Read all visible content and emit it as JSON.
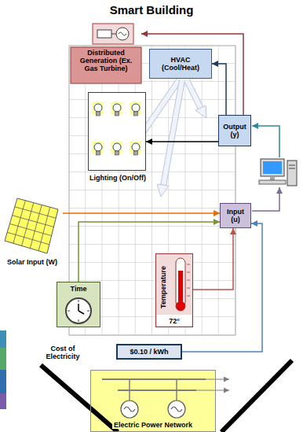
{
  "diagram": {
    "title": "Smart Building",
    "nodes": [
      {
        "text": [
          "Distributed Generation (Ex. Gas Turbine)"
        ]
      },
      {
        "text": [
          "HVAC (Cool/Heat)"
        ]
      },
      {
        "text": [
          "Lighting (On/Off)"
        ]
      },
      {
        "text": [
          "Output (y)"
        ]
      },
      {
        "text": [
          "Solar Input (W)"
        ]
      },
      {
        "text": [
          "Input (u)"
        ]
      },
      {
        "text": [
          "Time"
        ]
      },
      {
        "text": [
          "Temperature",
          "72°"
        ]
      },
      {
        "text": [
          "$0.10 / kWh"
        ]
      },
      {
        "text": [
          "Electric Power Network"
        ]
      }
    ],
    "edges": [
      {
        "from": 3,
        "to": 0,
        "arrow": "to"
      },
      {
        "from": 3,
        "to": 1,
        "arrow": "to"
      },
      {
        "from": 3,
        "to": 2,
        "arrow": "to"
      },
      {
        "from": 4,
        "to": 5,
        "arrow": "to"
      },
      {
        "from": 6,
        "to": 5,
        "arrow": "to"
      },
      {
        "from": 7,
        "to": 5,
        "arrow": "to"
      },
      {
        "from": 8,
        "to": 5,
        "arrow": "to"
      }
    ],
    "labels": [
      "Cost of Electricity"
    ]
  }
}
